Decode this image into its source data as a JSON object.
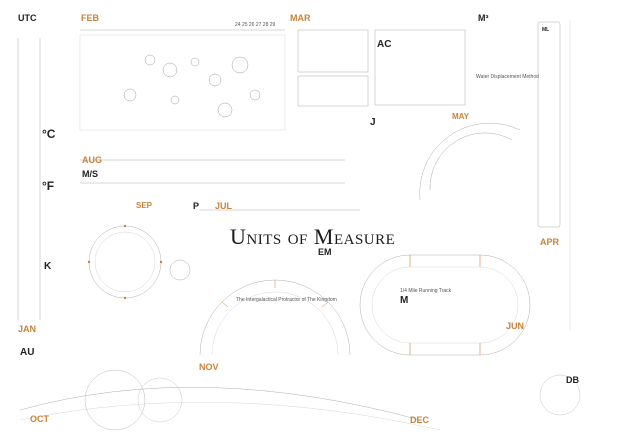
{
  "title": {
    "main": "Units of Measure"
  },
  "months": {
    "feb": "FEB",
    "mar": "MAR",
    "may": "MAY",
    "aug": "AUG",
    "sep": "SEP",
    "jul": "JUL",
    "apr": "APR",
    "jan": "JAN",
    "nov": "NOV",
    "oct": "OCT",
    "jun": "JUN",
    "dec": "DEC"
  },
  "units": {
    "utc": "UTC",
    "celsius": "°C",
    "fahrenheit": "°F",
    "kelvin": "K",
    "au": "AU",
    "ms": "M/S",
    "ac": "AC",
    "m3": "M³",
    "j": "J",
    "p": "P",
    "em": "EM",
    "m": "M",
    "db": "DB",
    "ml": "ML"
  },
  "captions": {
    "water": "Water Displacement Method",
    "protractor": "The Intergalactical Protractor of The Kingdom",
    "track": "1/4 Mile Running Track",
    "feb_range": "24 25 26 27 28 29"
  },
  "colors": {
    "accent": "#c8833b",
    "ink": "#222222",
    "grid": "#bbbbbb"
  }
}
